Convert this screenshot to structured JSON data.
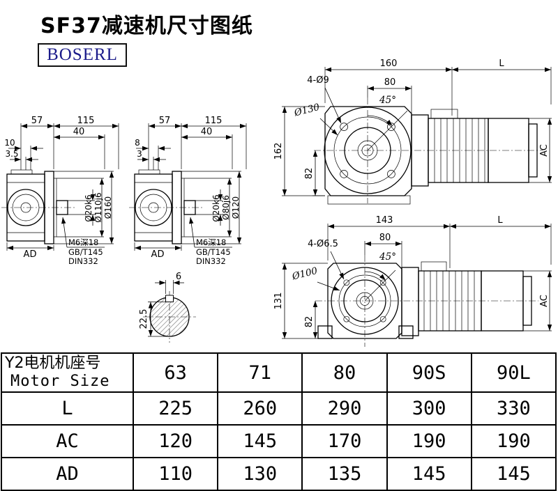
{
  "page": {
    "title": "SF37减速机尺寸图纸",
    "brand": "BOSERL"
  },
  "side_view_large": {
    "top_width": "57",
    "total_width": "115",
    "shaft_len": "40",
    "step_a": "10",
    "step_b": "3.5",
    "shaft_dia": "Ø20k6",
    "spigot_dia": "Ø110j6",
    "flange_dia": "Ø160",
    "height_label": "AD",
    "tap_note": [
      "M6深18",
      "GB/T145",
      "DIN332"
    ]
  },
  "side_view_small": {
    "top_width": "57",
    "total_width": "115",
    "shaft_len": "40",
    "step_a": "8",
    "step_b": "3",
    "shaft_dia": "Ø20k6",
    "spigot_dia": "Ø80j6",
    "flange_dia": "Ø120",
    "height_label": "AD",
    "tap_note": [
      "M6深18",
      "GB/T145",
      "DIN332"
    ]
  },
  "front_view_large": {
    "front_len": "160",
    "motor_len": "L",
    "center_to_flange": "80",
    "bolt_holes": "4-Ø9",
    "bolt_angle": "45°",
    "bolt_circle": "Ø130",
    "height": "162",
    "center_height": "82",
    "motor_dia": "AC"
  },
  "front_view_small": {
    "front_len": "143",
    "motor_len": "L",
    "center_to_flange": "80",
    "bolt_holes": "4-Ø6.5",
    "bolt_angle": "45°",
    "bolt_circle": "Ø100",
    "height": "131",
    "center_height": "82",
    "motor_dia": "AC"
  },
  "shaft_section": {
    "key_width": "6",
    "key_height": "22.5"
  },
  "table": {
    "row_header": {
      "line1": "Y2电机机座号",
      "line2": "Motor Size"
    },
    "columns": [
      "63",
      "71",
      "80",
      "90S",
      "90L"
    ],
    "rows": [
      {
        "label": "L",
        "values": [
          "225",
          "260",
          "290",
          "300",
          "330"
        ]
      },
      {
        "label": "AC",
        "values": [
          "120",
          "145",
          "170",
          "190",
          "190"
        ]
      },
      {
        "label": "AD",
        "values": [
          "110",
          "130",
          "135",
          "145",
          "145"
        ]
      }
    ]
  }
}
